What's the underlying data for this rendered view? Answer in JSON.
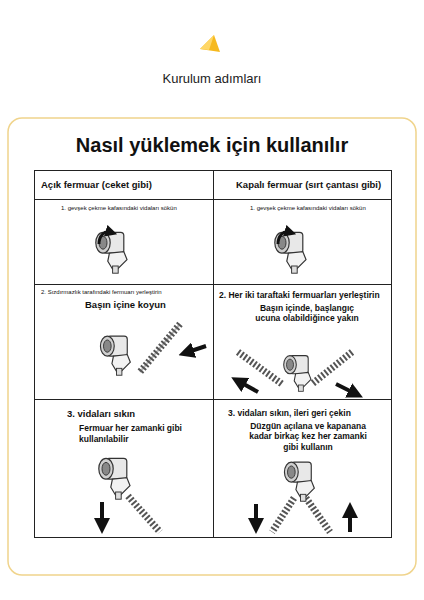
{
  "diagram": {
    "title": "Nasıl yüklemek için kullanılır",
    "nodes": [
      {
        "text": [
          "Açık fermuar (ceket gibi)"
        ]
      },
      {
        "text": [
          "Kapalı fermuar (sırt çantası gibi)"
        ]
      },
      {
        "text": [
          "1. gevşek çekme kafasındaki vidaları sökün"
        ]
      },
      {
        "text": [
          "1. gevşek çekme kafasındaki vidaları sökün"
        ]
      },
      {
        "text": [
          "2. Sızdırmazlık tarafındaki fermuarı yerleştirin",
          "Başın içine koyun"
        ]
      },
      {
        "text": [
          "2. Her iki taraftaki fermuarları yerleştirin",
          "Başın içinde, başlangıç ucuna olabildiğince yakın"
        ]
      },
      {
        "text": [
          "3. vidaları sıkın",
          "Fermuar her zamanki gibi kullanılabilir"
        ]
      },
      {
        "text": [
          "3. vidaları sıkın, ileri geri çekin",
          "Düzgün açılana ve kapanana kadar birkaç kez her zamanki gibi kullanın"
        ]
      }
    ],
    "labels": [
      "Kurulum adımları"
    ]
  }
}
